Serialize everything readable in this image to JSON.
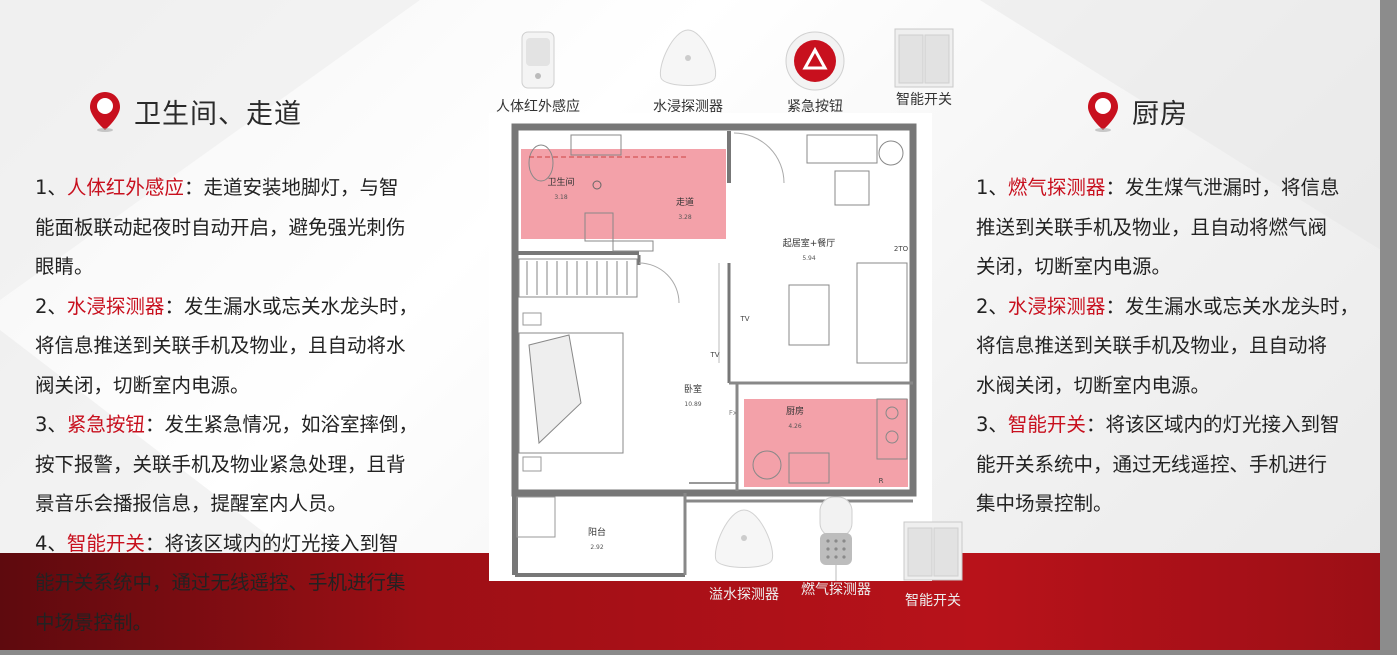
{
  "left_section": {
    "title": "卫生间、走道",
    "items": [
      {
        "num": "1、",
        "term": "人体红外感应",
        "lines": [
          "：走道安装地脚灯，与智",
          "能面板联动起夜时自动开启，避免强光刺伤",
          "眼睛。"
        ]
      },
      {
        "num": "2、",
        "term": "水浸探测器",
        "lines": [
          "：发生漏水或忘关水龙头时，",
          "将信息推送到关联手机及物业，且自动将水",
          "阀关闭，切断室内电源。"
        ]
      },
      {
        "num": "3、",
        "term": "紧急按钮",
        "lines": [
          "：发生紧急情况，如浴室摔倒，",
          "按下报警，关联手机及物业紧急处理，且背",
          "景音乐会播报信息，提醒室内人员。"
        ]
      },
      {
        "num": "4、",
        "term": "智能开关",
        "lines": [
          "：将该区域内的灯光接入到智",
          "能开关系统中，通过无线遥控、手机进行集",
          "中场景控制。"
        ]
      }
    ]
  },
  "right_section": {
    "title": "厨房",
    "items": [
      {
        "num": "1、",
        "term": "燃气探测器",
        "lines": [
          "：发生煤气泄漏时，将信息",
          "推送到关联手机及物业，且自动将燃气阀",
          "关闭，切断室内电源。"
        ]
      },
      {
        "num": "2、",
        "term": "水浸探测器",
        "lines": [
          "：发生漏水或忘关水龙头时，",
          "将信息推送到关联手机及物业，且自动将",
          "水阀关闭，切断室内电源。"
        ]
      },
      {
        "num": "3、",
        "term": "智能开关",
        "lines": [
          "：将该区域内的灯光接入到智",
          "能开关系统中，通过无线遥控、手机进行",
          "集中场景控制。"
        ]
      }
    ]
  },
  "top_devices": [
    {
      "label": "人体红外感应",
      "icon": "pir-sensor-icon"
    },
    {
      "label": "水浸探测器",
      "icon": "water-leak-detector-icon"
    },
    {
      "label": "紧急按钮",
      "icon": "emergency-button-icon"
    },
    {
      "label": "智能开关",
      "icon": "smart-switch-icon"
    }
  ],
  "bottom_devices": [
    {
      "label": "溢水探测器",
      "icon": "overflow-detector-icon"
    },
    {
      "label": "燃气探测器",
      "icon": "gas-detector-icon"
    },
    {
      "label": "智能开关",
      "icon": "smart-switch-icon"
    }
  ],
  "floorplan": {
    "rooms": [
      {
        "name": "卫生间",
        "area": "3.18"
      },
      {
        "name": "走道",
        "area": "3.28"
      },
      {
        "name": "起居室+餐厅",
        "area": "5.94"
      },
      {
        "name": "卧室",
        "area": "10.89"
      },
      {
        "name": "厨房",
        "area": "4.26"
      },
      {
        "name": "阳台",
        "area": "2.92"
      }
    ],
    "tv_labels": [
      "TV",
      "TV"
    ],
    "misc_labels": [
      "2TO",
      "R",
      "Fx"
    ],
    "highlight_color": "#f08a94"
  },
  "colors": {
    "accent": "#c8101e",
    "band": "#b8121a"
  }
}
